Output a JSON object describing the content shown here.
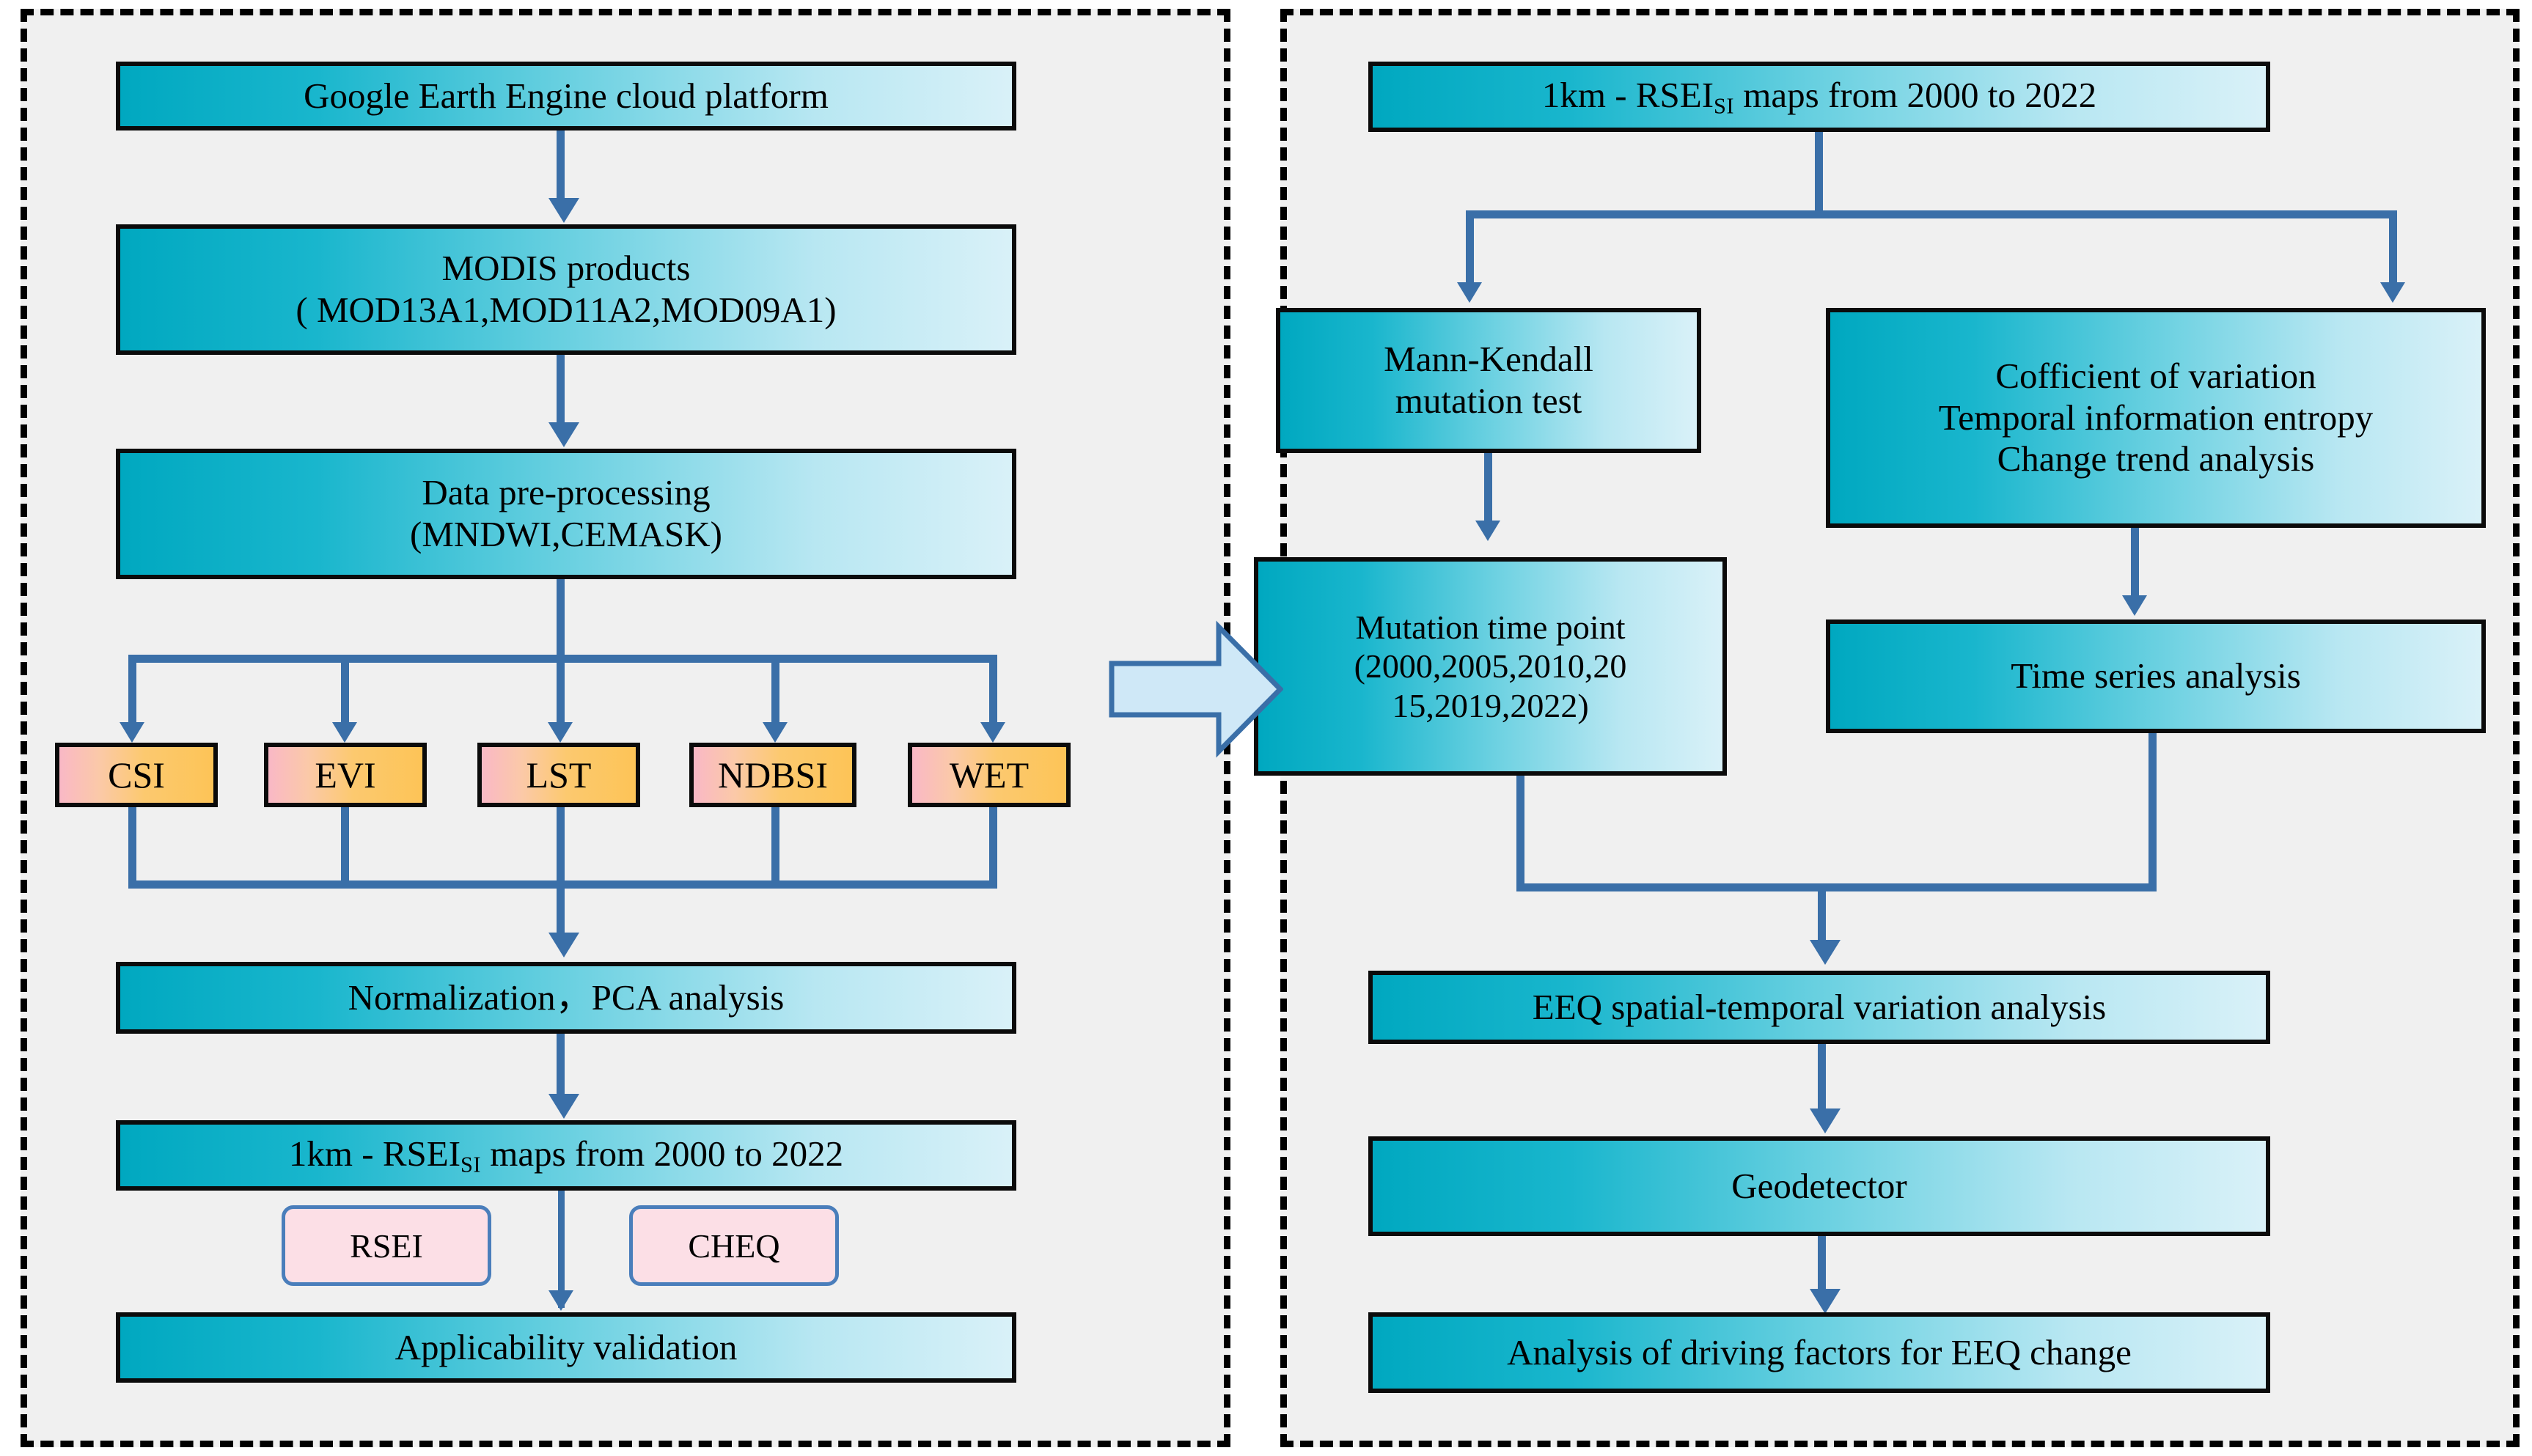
{
  "figure": {
    "type": "flowchart",
    "panels": [
      {
        "id": "left",
        "name": "data-processing-panel",
        "nodes": [
          {
            "id": "gee",
            "label": "Google Earth Engine cloud platform"
          },
          {
            "id": "modis_l1",
            "label": "MODIS products"
          },
          {
            "id": "modis_l2",
            "label": "( MOD13A1,MOD11A2,MOD09A1)"
          },
          {
            "id": "prep_l1",
            "label": "Data pre-processing"
          },
          {
            "id": "prep_l2",
            "label": "(MNDWI,CEMASK)"
          },
          {
            "id": "norm",
            "label": "Normalization，PCA analysis"
          },
          {
            "id": "rsei_maps",
            "label_pre": "1km - RSEI",
            "label_sub": "SI",
            "label_post": " maps from 2000 to 2022"
          },
          {
            "id": "validation",
            "label": "Applicability  validation"
          }
        ],
        "indicators": [
          {
            "id": "csi",
            "label": "CSI"
          },
          {
            "id": "evi",
            "label": "EVI"
          },
          {
            "id": "lst",
            "label": "LST"
          },
          {
            "id": "ndbsi",
            "label": "NDBSI"
          },
          {
            "id": "wet",
            "label": "WET"
          }
        ],
        "tags": [
          {
            "id": "rsei",
            "label": "RSEI"
          },
          {
            "id": "cheq",
            "label": "CHEQ"
          }
        ]
      },
      {
        "id": "right",
        "name": "analysis-panel",
        "nodes": [
          {
            "id": "rsei_maps_r",
            "label_pre": "1km - RSEI",
            "label_sub": "SI",
            "label_post": " maps from 2000 to 2022"
          },
          {
            "id": "mk_l1",
            "label": "Mann-Kendall"
          },
          {
            "id": "mk_l2",
            "label": "mutation test"
          },
          {
            "id": "mtp_l1",
            "label": "Mutation time point"
          },
          {
            "id": "mtp_l2",
            "label": "(2000,2005,2010,20"
          },
          {
            "id": "mtp_l3",
            "label": "15,2019,2022)"
          },
          {
            "id": "cov_l1",
            "label": "Cofficient of variation"
          },
          {
            "id": "cov_l2",
            "label": "Temporal information entropy"
          },
          {
            "id": "cov_l3",
            "label": "Change trend analysis"
          },
          {
            "id": "tsa",
            "label": "Time series analysis"
          },
          {
            "id": "eeq",
            "label": "EEQ spatial-temporal variation analysis"
          },
          {
            "id": "geodet",
            "label": "Geodetector"
          },
          {
            "id": "driving",
            "label": "Analysis of driving factors for EEQ change"
          }
        ]
      }
    ],
    "mutation_time_points": [
      2000,
      2005,
      2010,
      2015,
      2019,
      2022
    ],
    "time_range": {
      "start": 2000,
      "end": 2022
    },
    "resolution": "1km",
    "colors": {
      "node_gradient_start": "#00a8c0",
      "node_gradient_end": "#d9f1f8",
      "indicator_gradient_start": "#f9b8c6",
      "indicator_gradient_end": "#fdc457",
      "tag_fill": "#fcdfe6",
      "tag_border": "#4a7ebb",
      "connector": "#3a6fa8",
      "panel_background": "#f0f0f0",
      "panel_border": "#000000",
      "block_arrow_fill": "#cfe8f7",
      "block_arrow_border": "#3a6fa8"
    }
  }
}
